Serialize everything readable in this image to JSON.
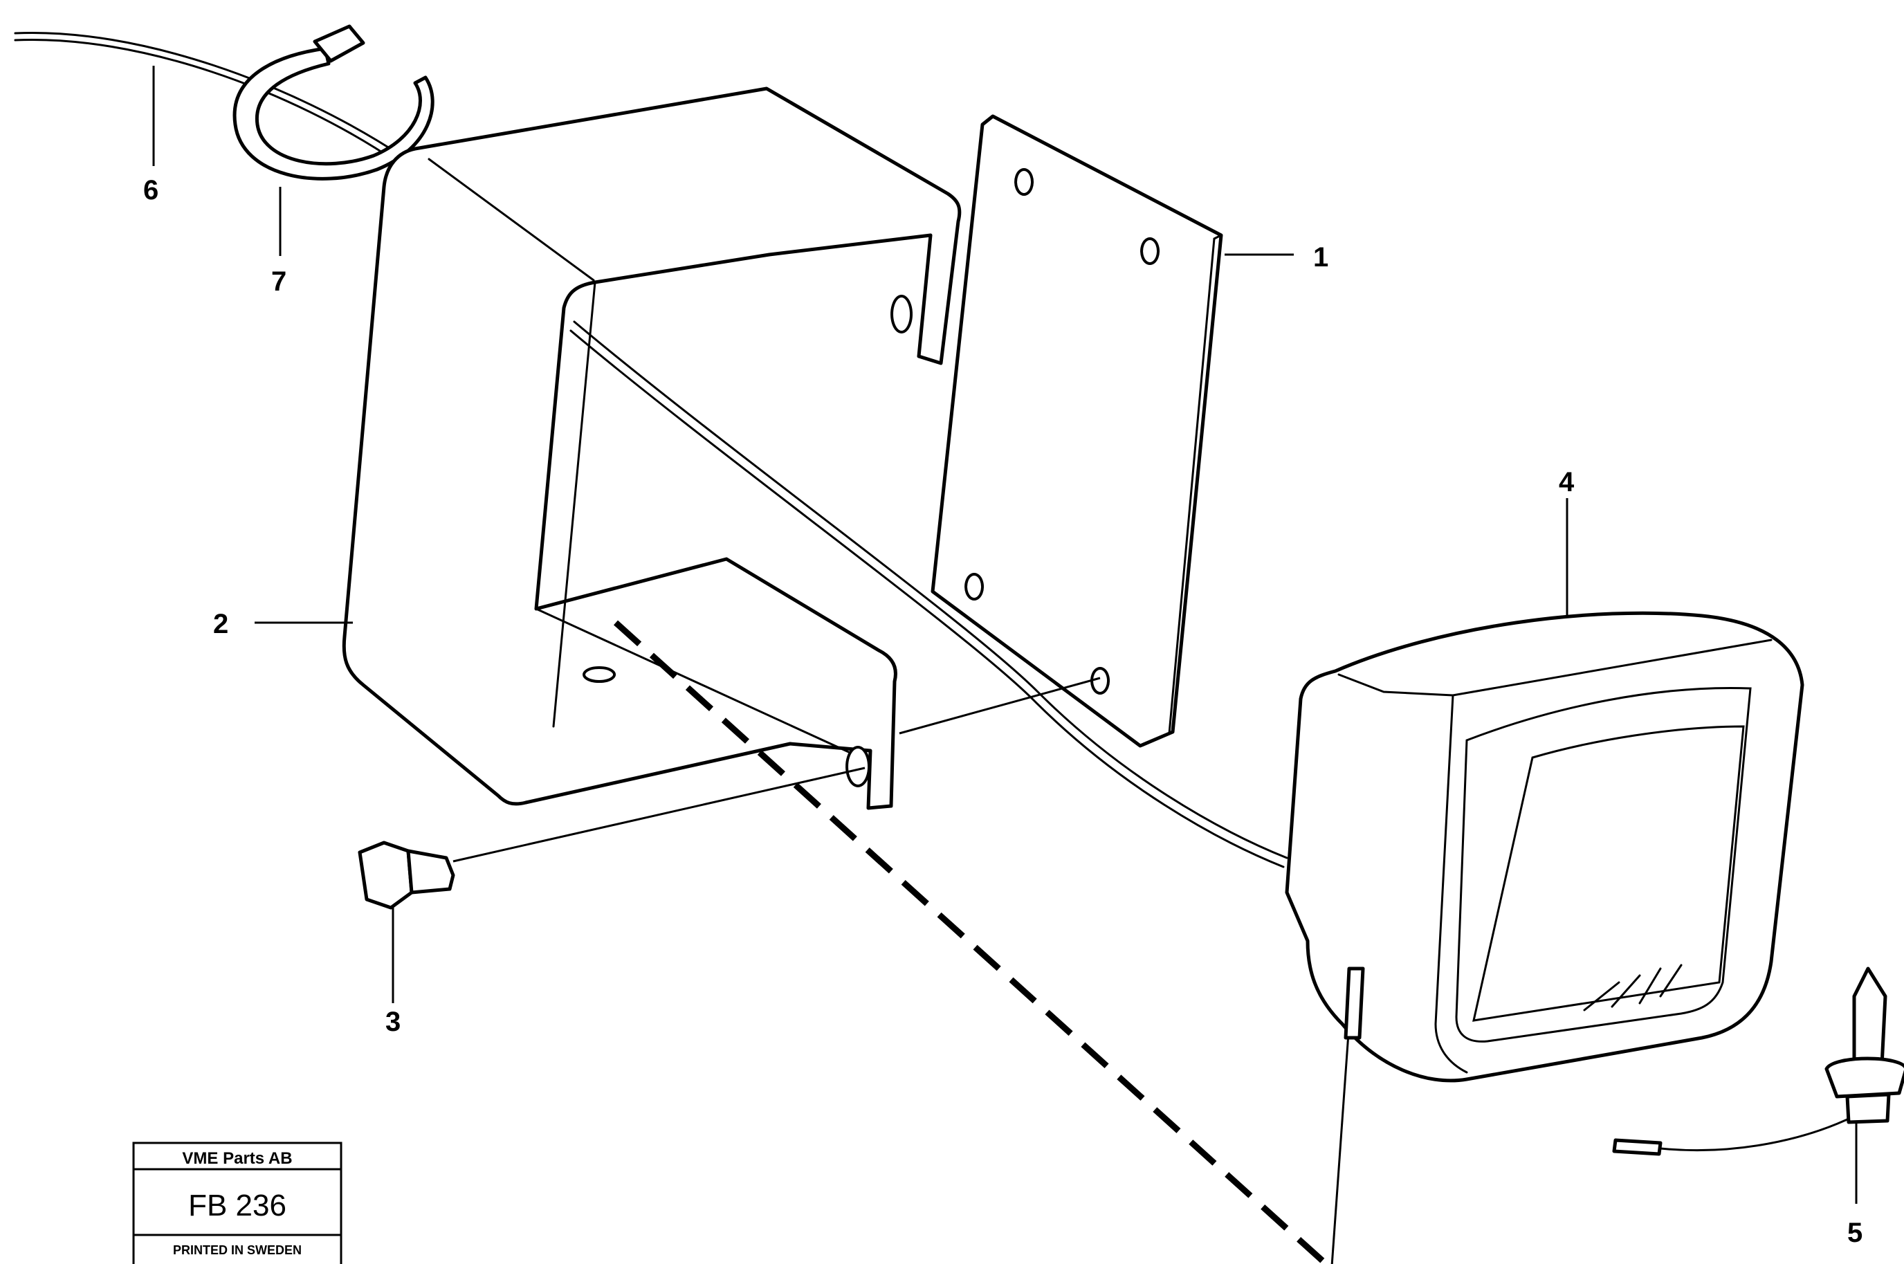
{
  "callouts": {
    "c1": "1",
    "c2": "2",
    "c3": "3",
    "c4": "4",
    "c5": "5",
    "c6": "6",
    "c7": "7"
  },
  "title_block": {
    "company": "VME Parts AB",
    "code": "FB 236",
    "footer": "PRINTED IN SWEDEN"
  },
  "colors": {
    "line": "#000000",
    "background": "#ffffff"
  }
}
